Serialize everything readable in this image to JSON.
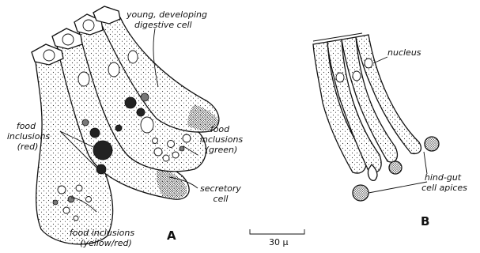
{
  "panels": {
    "a": "A",
    "b": "B"
  },
  "labels": {
    "young_digestive_line1": "young, developing",
    "young_digestive_line2": "digestive cell",
    "food_red_line1": "food",
    "food_red_line2": "inclusions",
    "food_red_line3": "(red)",
    "food_green_line1": "food",
    "food_green_line2": "inclusions",
    "food_green_line3": "(green)",
    "secretory_line1": "secretory",
    "secretory_line2": "cell",
    "food_yellow_line1": "food inclusions",
    "food_yellow_line2": "(yellow/red)",
    "nucleus": "nucleus",
    "hindgut_line1": "hind-gut",
    "hindgut_line2": "cell apices"
  },
  "scale_bar": {
    "label": "30 μ"
  }
}
